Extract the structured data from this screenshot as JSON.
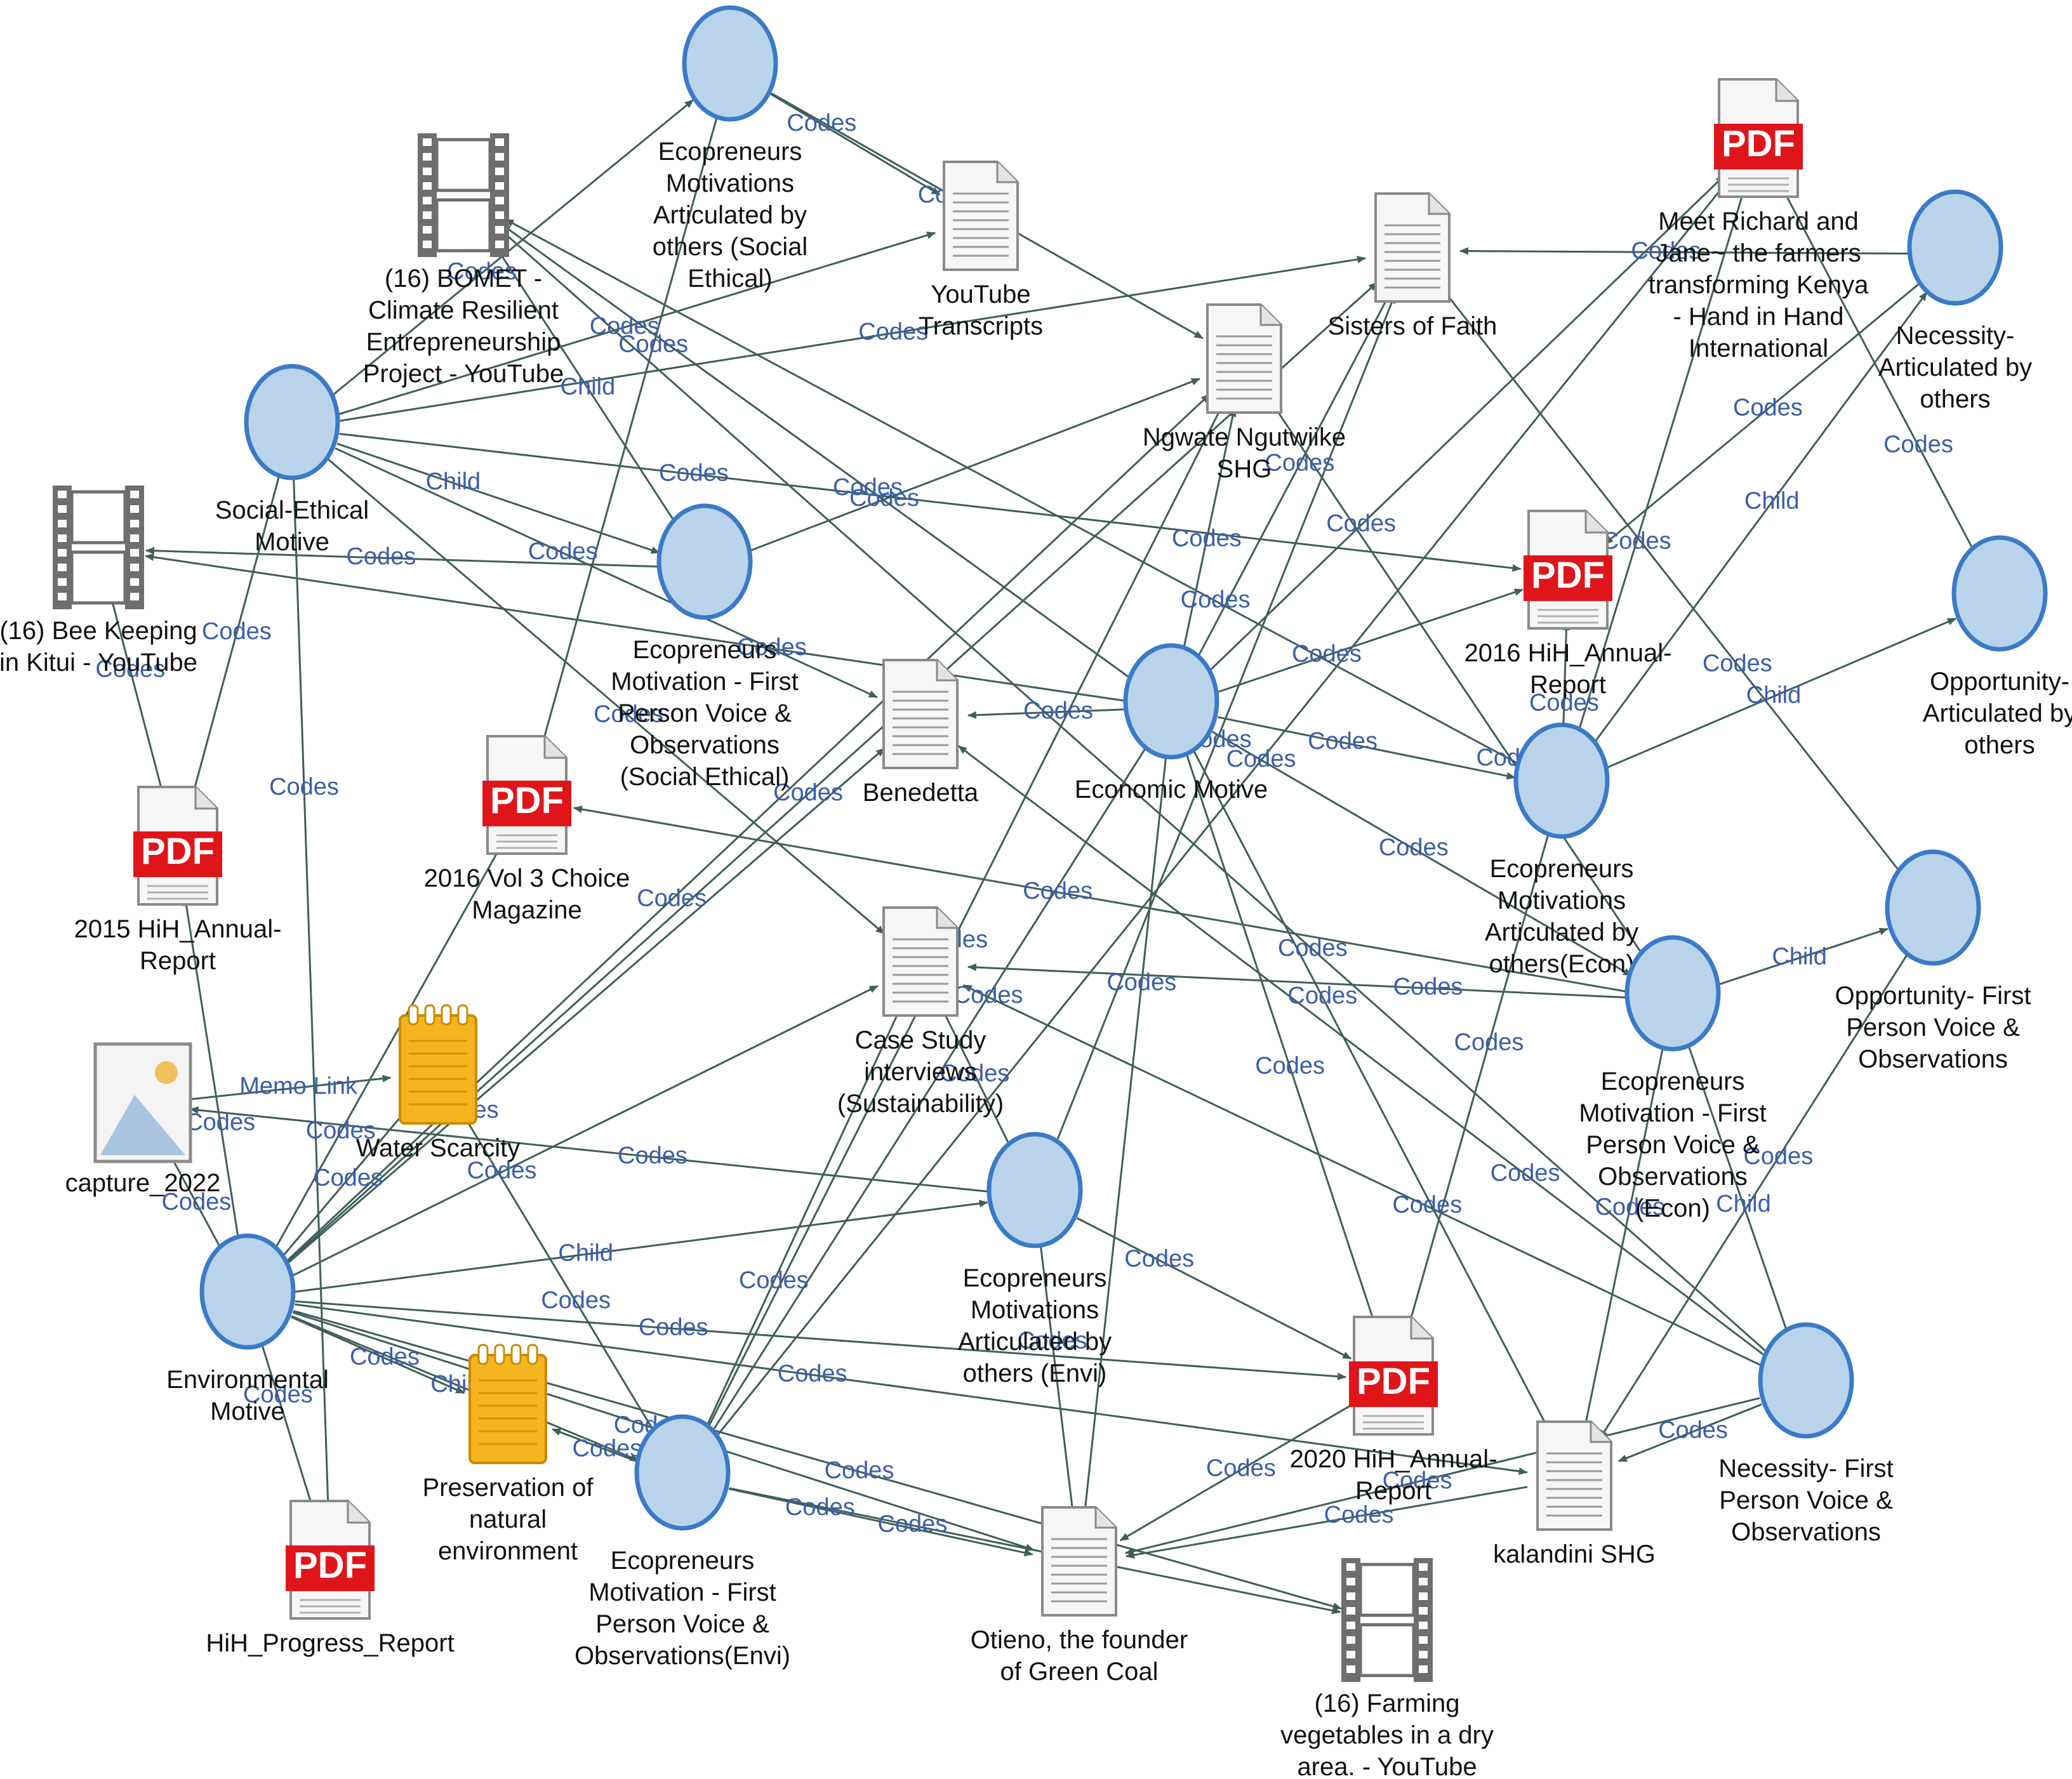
{
  "colors": {
    "edge": "#3f5f5a",
    "edge_label": "#3a5fa8",
    "code_fill": "#b9d3ea",
    "code_stroke": "#3a7ac8",
    "pdf_red": "#e0151a",
    "memo": "#f5b41e",
    "doc_gray": "#8a8a8a"
  },
  "nodes": [
    {
      "id": "eco-others-social",
      "kind": "code",
      "icon": "code-circle-icon",
      "label": [
        "Ecopreneurs",
        "Motivations",
        "Articulated by",
        "others (Social",
        "Ethical)"
      ]
    },
    {
      "id": "bomet-video",
      "kind": "video",
      "icon": "film-icon",
      "label": [
        "(16) BOMET -",
        "Climate Resilient",
        "Entrepreneurship",
        "Project - YouTube"
      ]
    },
    {
      "id": "youtube-transcripts",
      "kind": "document",
      "icon": "document-icon",
      "label": [
        "YouTube",
        "Transcripts"
      ]
    },
    {
      "id": "sisters-of-faith",
      "kind": "document",
      "icon": "document-icon",
      "label": [
        "Sisters of Faith"
      ]
    },
    {
      "id": "ngwate",
      "kind": "document",
      "icon": "document-icon",
      "label": [
        "Ngwate Ngutwiike",
        "SHG"
      ]
    },
    {
      "id": "meet-richard",
      "kind": "pdf",
      "icon": "pdf-icon",
      "label": [
        "Meet Richard and",
        "Jane~ the farmers",
        "transforming Kenya",
        "- Hand in Hand",
        "International"
      ]
    },
    {
      "id": "necessity-others",
      "kind": "code",
      "icon": "code-circle-icon",
      "label": [
        "Necessity-",
        "Articulated by",
        "others"
      ]
    },
    {
      "id": "social-ethical",
      "kind": "code",
      "icon": "code-circle-icon",
      "label": [
        "Social-Ethical",
        "Motive"
      ]
    },
    {
      "id": "bee-keeping",
      "kind": "video",
      "icon": "film-icon",
      "label": [
        "(16) Bee Keeping",
        "in Kitui - YouTube"
      ]
    },
    {
      "id": "eco-first-social",
      "kind": "code",
      "icon": "code-circle-icon",
      "label": [
        "Ecopreneurs",
        "Motivation - First",
        "Person Voice &",
        "Observations",
        "(Social Ethical)"
      ]
    },
    {
      "id": "hih-2016",
      "kind": "pdf",
      "icon": "pdf-icon",
      "label": [
        "2016 HiH_Annual-",
        "Report"
      ]
    },
    {
      "id": "opportunity-others",
      "kind": "code",
      "icon": "code-circle-icon",
      "label": [
        "Opportunity-",
        "Articulated by",
        "others"
      ]
    },
    {
      "id": "benedetta",
      "kind": "document",
      "icon": "document-icon",
      "label": [
        "Benedetta"
      ]
    },
    {
      "id": "economic",
      "kind": "code",
      "icon": "code-circle-icon",
      "label": [
        "Economic Motive"
      ]
    },
    {
      "id": "eco-others-econ",
      "kind": "code",
      "icon": "code-circle-icon",
      "label": [
        "Ecopreneurs",
        "Motivations",
        "Articulated by",
        "others(Econ)"
      ]
    },
    {
      "id": "hih-2015",
      "kind": "pdf",
      "icon": "pdf-icon",
      "label": [
        "2015 HiH_Annual-",
        "Report"
      ]
    },
    {
      "id": "choice-magazine",
      "kind": "pdf",
      "icon": "pdf-icon",
      "label": [
        "2016 Vol 3 Choice",
        "Magazine"
      ]
    },
    {
      "id": "opportunity-first",
      "kind": "code",
      "icon": "code-circle-icon",
      "label": [
        "Opportunity- First",
        "Person Voice &",
        "Observations"
      ]
    },
    {
      "id": "eco-first-econ",
      "kind": "code",
      "icon": "code-circle-icon",
      "label": [
        "Ecopreneurs",
        "Motivation - First",
        "Person Voice &",
        "Observations",
        "(Econ)"
      ]
    },
    {
      "id": "case-study",
      "kind": "document",
      "icon": "document-icon",
      "label": [
        "Case Study",
        "interviews",
        "(Sustainability)"
      ]
    },
    {
      "id": "capture-image",
      "kind": "image",
      "icon": "image-icon",
      "label": [
        "capture_2022"
      ]
    },
    {
      "id": "water-scarcity",
      "kind": "memo",
      "icon": "memo-icon",
      "label": [
        "Water Scarcity"
      ]
    },
    {
      "id": "eco-others-envi",
      "kind": "code",
      "icon": "code-circle-icon",
      "label": [
        "Ecopreneurs",
        "Motivations",
        "Articulated by",
        "others (Envi)"
      ]
    },
    {
      "id": "environmental",
      "kind": "code",
      "icon": "code-circle-icon",
      "label": [
        "Environmental",
        "Motive"
      ]
    },
    {
      "id": "necessity-first",
      "kind": "code",
      "icon": "code-circle-icon",
      "label": [
        "Necessity- First",
        "Person Voice &",
        "Observations"
      ]
    },
    {
      "id": "hih-2020",
      "kind": "pdf",
      "icon": "pdf-icon",
      "label": [
        "2020 HiH_Annual-",
        "Report"
      ]
    },
    {
      "id": "preservation",
      "kind": "memo",
      "icon": "memo-icon",
      "label": [
        "Preservation of",
        "natural",
        "environment"
      ]
    },
    {
      "id": "kalandini",
      "kind": "document",
      "icon": "document-icon",
      "label": [
        "kalandini SHG"
      ]
    },
    {
      "id": "eco-first-envi",
      "kind": "code",
      "icon": "code-circle-icon",
      "label": [
        "Ecopreneurs",
        "Motivation - First",
        "Person Voice &",
        "Observations(Envi)"
      ]
    },
    {
      "id": "otieno",
      "kind": "document",
      "icon": "document-icon",
      "label": [
        "Otieno, the founder",
        "of Green Coal"
      ]
    },
    {
      "id": "hih-progress",
      "kind": "pdf",
      "icon": "pdf-icon",
      "label": [
        "HiH_Progress_Report"
      ]
    },
    {
      "id": "farming-video",
      "kind": "video",
      "icon": "film-icon",
      "label": [
        "(16) Farming",
        "vegetables in a dry",
        "area. - YouTube"
      ]
    }
  ],
  "edges": [
    {
      "from": "eco-others-social",
      "to": "youtube-transcripts",
      "label": "Codes"
    },
    {
      "from": "eco-others-social",
      "to": "choice-magazine",
      "label": "Codes"
    },
    {
      "from": "social-ethical",
      "to": "eco-others-social",
      "label": "Codes"
    },
    {
      "from": "social-ethical",
      "to": "youtube-transcripts",
      "label": "Codes"
    },
    {
      "from": "social-ethical",
      "to": "sisters-of-faith",
      "label": "Codes"
    },
    {
      "from": "social-ethical",
      "to": "hih-2016",
      "label": "Codes"
    },
    {
      "from": "social-ethical",
      "to": "eco-first-social",
      "label": "Child"
    },
    {
      "from": "social-ethical",
      "to": "benedetta",
      "label": "Codes"
    },
    {
      "from": "social-ethical",
      "to": "hih-2015",
      "label": "Codes"
    },
    {
      "from": "social-ethical",
      "to": "case-study",
      "label": "Codes"
    },
    {
      "from": "social-ethical",
      "to": "hih-progress",
      "label": "Codes"
    },
    {
      "from": "bee-keeping",
      "to": "hih-2015",
      "label": "Codes"
    },
    {
      "from": "eco-others-social",
      "to": "ngwate",
      "label": "Codes"
    },
    {
      "from": "eco-first-social",
      "to": "bomet-video",
      "label": "Child"
    },
    {
      "from": "eco-first-social",
      "to": "bee-keeping",
      "label": "Codes"
    },
    {
      "from": "eco-first-social",
      "to": "ngwate",
      "label": "Codes"
    },
    {
      "from": "economic",
      "to": "bee-keeping",
      "label": "Codes"
    },
    {
      "from": "economic",
      "to": "benedetta",
      "label": "Codes"
    },
    {
      "from": "economic",
      "to": "ngwate",
      "label": "Codes"
    },
    {
      "from": "economic",
      "to": "sisters-of-faith",
      "label": "Codes"
    },
    {
      "from": "economic",
      "to": "meet-richard",
      "label": "Codes"
    },
    {
      "from": "economic",
      "to": "hih-2016",
      "label": "Codes"
    },
    {
      "from": "economic",
      "to": "eco-others-econ",
      "label": "Codes"
    },
    {
      "from": "economic",
      "to": "eco-first-econ",
      "label": "Codes"
    },
    {
      "from": "economic",
      "to": "hih-2020",
      "label": "Codes"
    },
    {
      "from": "economic",
      "to": "otieno",
      "label": "Codes"
    },
    {
      "from": "economic",
      "to": "kalandini",
      "label": "Codes"
    },
    {
      "from": "economic",
      "to": "bomet-video",
      "label": "Codes"
    },
    {
      "from": "eco-others-econ",
      "to": "opportunity-others",
      "label": "Child"
    },
    {
      "from": "eco-others-econ",
      "to": "necessity-others",
      "label": "Child"
    },
    {
      "from": "eco-others-econ",
      "to": "hih-2016",
      "label": "Codes"
    },
    {
      "from": "eco-others-econ",
      "to": "meet-richard",
      "label": "Codes"
    },
    {
      "from": "eco-others-econ",
      "to": "hih-2020",
      "label": "Codes"
    },
    {
      "from": "necessity-others",
      "to": "hih-2016",
      "label": "Codes"
    },
    {
      "from": "necessity-others",
      "to": "sisters-of-faith",
      "label": "Codes"
    },
    {
      "from": "opportunity-others",
      "to": "meet-richard",
      "label": "Codes"
    },
    {
      "from": "opportunity-first",
      "to": "sisters-of-faith",
      "label": "Codes"
    },
    {
      "from": "opportunity-first",
      "to": "kalandini",
      "label": "Codes"
    },
    {
      "from": "eco-first-econ",
      "to": "opportunity-first",
      "label": "Child"
    },
    {
      "from": "eco-first-econ",
      "to": "necessity-first",
      "label": "Child"
    },
    {
      "from": "eco-first-econ",
      "to": "case-study",
      "label": "Codes"
    },
    {
      "from": "eco-first-econ",
      "to": "ngwate",
      "label": "Codes"
    },
    {
      "from": "eco-first-econ",
      "to": "kalandini",
      "label": "Codes"
    },
    {
      "from": "necessity-first",
      "to": "kalandini",
      "label": "Codes"
    },
    {
      "from": "necessity-first",
      "to": "otieno",
      "label": "Codes"
    },
    {
      "from": "necessity-first",
      "to": "benedetta",
      "label": "Codes"
    },
    {
      "from": "necessity-first",
      "to": "bomet-video",
      "label": "Codes"
    },
    {
      "from": "necessity-first",
      "to": "case-study",
      "label": "Codes"
    },
    {
      "from": "environmental",
      "to": "capture-image",
      "label": "Codes"
    },
    {
      "from": "environmental",
      "to": "water-scarcity",
      "label": "Codes"
    },
    {
      "from": "environmental",
      "to": "choice-magazine",
      "label": "Codes"
    },
    {
      "from": "environmental",
      "to": "hih-2015",
      "label": "Codes"
    },
    {
      "from": "environmental",
      "to": "eco-others-envi",
      "label": "Child"
    },
    {
      "from": "environmental",
      "to": "eco-first-envi",
      "label": "Child"
    },
    {
      "from": "environmental",
      "to": "preservation",
      "label": "Codes"
    },
    {
      "from": "environmental",
      "to": "hih-progress",
      "label": "Codes"
    },
    {
      "from": "environmental",
      "to": "hih-2020",
      "label": "Codes"
    },
    {
      "from": "environmental",
      "to": "kalandini",
      "label": "Codes"
    },
    {
      "from": "environmental",
      "to": "otieno",
      "label": "Codes"
    },
    {
      "from": "environmental",
      "to": "farming-video",
      "label": "Codes"
    },
    {
      "from": "environmental",
      "to": "benedetta",
      "label": "Codes"
    },
    {
      "from": "environmental",
      "to": "case-study",
      "label": "Codes"
    },
    {
      "from": "environmental",
      "to": "ngwate",
      "label": "Codes"
    },
    {
      "from": "environmental",
      "to": "sisters-of-faith",
      "label": "Codes"
    },
    {
      "from": "capture-image",
      "to": "water-scarcity",
      "label": "Memo Link"
    },
    {
      "from": "eco-others-envi",
      "to": "hih-2020",
      "label": "Codes"
    },
    {
      "from": "eco-others-envi",
      "to": "otieno",
      "label": "Codes"
    },
    {
      "from": "eco-others-envi",
      "to": "capture-image",
      "label": "Codes"
    },
    {
      "from": "eco-others-envi",
      "to": "sisters-of-faith",
      "label": "Codes"
    },
    {
      "from": "eco-others-envi",
      "to": "case-study",
      "label": "Codes"
    },
    {
      "from": "eco-first-envi",
      "to": "otieno",
      "label": "Codes"
    },
    {
      "from": "eco-first-envi",
      "to": "preservation",
      "label": "Codes"
    },
    {
      "from": "eco-first-envi",
      "to": "water-scarcity",
      "label": "Codes"
    },
    {
      "from": "eco-first-envi",
      "to": "ngwate",
      "label": "Codes"
    },
    {
      "from": "eco-first-envi",
      "to": "meet-richard",
      "label": "Codes"
    },
    {
      "from": "eco-first-envi",
      "to": "farming-video",
      "label": "Codes"
    },
    {
      "from": "eco-first-envi",
      "to": "case-study",
      "label": "Codes"
    },
    {
      "from": "kalandini",
      "to": "otieno",
      "label": "Codes"
    },
    {
      "from": "hih-2020",
      "to": "otieno",
      "label": "Codes"
    },
    {
      "from": "eco-first-econ",
      "to": "choice-magazine",
      "label": "Codes"
    },
    {
      "from": "eco-others-econ",
      "to": "bomet-video",
      "label": "Codes"
    },
    {
      "from": "economic",
      "to": "eco-first-envi",
      "label": "Codes"
    }
  ]
}
